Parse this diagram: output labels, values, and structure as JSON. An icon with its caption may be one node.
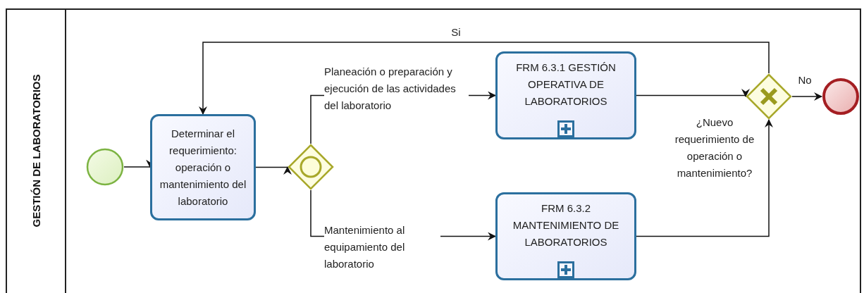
{
  "diagram": {
    "nodes": [
      {
        "text": [
          "GESTIÓN DE LABORATORIOS"
        ]
      },
      {
        "text": [],
        "shape": "circle",
        "in": 0
      },
      {
        "text": [
          "Determinar el requerimiento: operación o mantenimiento del laboratorio"
        ],
        "in": 0
      },
      {
        "text": [],
        "shape": "diamond",
        "in": 0
      },
      {
        "text": [
          "FRM 6.3.1 GESTIÓN OPERATIVA DE LABORATORIOS"
        ],
        "in": 0
      },
      {
        "text": [
          "FRM 6.3.2 MANTENIMIENTO DE LABORATORIOS"
        ],
        "in": 0
      },
      {
        "text": [],
        "shape": "diamond",
        "in": 0,
        "beside": [
          "¿Nuevo requerimiento de operación o mantenimiento?"
        ]
      },
      {
        "text": [],
        "shape": "circle",
        "in": 0
      }
    ],
    "edges": [
      {
        "from": 1,
        "to": 2,
        "arrow": "to"
      },
      {
        "from": 2,
        "to": 3,
        "arrow": "to"
      },
      {
        "from": 3,
        "to": 4,
        "arrow": "to",
        "label": "Planeación o preparación y ejecución de las actividades del laboratorio"
      },
      {
        "from": 3,
        "to": 5,
        "arrow": "to",
        "label": "Mantenimiento al equipamiento del laboratorio"
      },
      {
        "from": 4,
        "to": 6,
        "arrow": "to"
      },
      {
        "from": 5,
        "to": 6,
        "arrow": "to"
      },
      {
        "from": 6,
        "to": 2,
        "arrow": "to",
        "label": "Si"
      },
      {
        "from": 6,
        "to": 7,
        "arrow": "to",
        "label": "No"
      }
    ]
  }
}
